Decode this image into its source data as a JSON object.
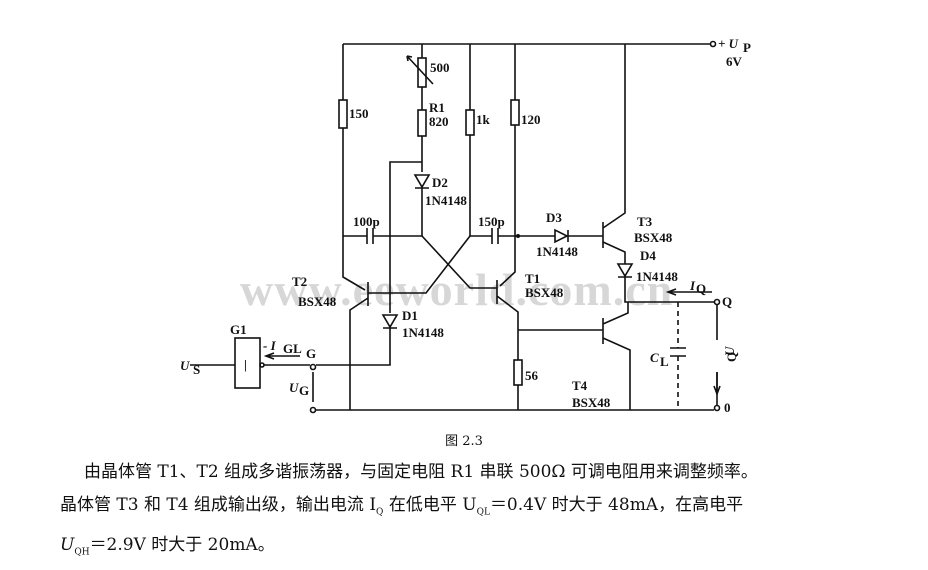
{
  "circuit": {
    "supply_label": "+ U",
    "supply_sub": "P",
    "supply_voltage": "6V",
    "resistors": [
      "150",
      "500",
      "R1",
      "820",
      "1k",
      "120",
      "56"
    ],
    "capacitors": [
      "100p",
      "150p"
    ],
    "load_cap": "C",
    "load_cap_sub": "L",
    "transistors": [
      {
        "name": "T1",
        "type": "BSX48"
      },
      {
        "name": "T2",
        "type": "BSX48"
      },
      {
        "name": "T3",
        "type": "BSX48"
      },
      {
        "name": "T4",
        "type": "BSX48"
      }
    ],
    "diodes": [
      {
        "name": "D1",
        "type": "1N4148"
      },
      {
        "name": "D2",
        "type": "1N4148"
      },
      {
        "name": "D3",
        "type": "1N4148"
      },
      {
        "name": "D4",
        "type": "1N4148"
      }
    ],
    "gate": "G1",
    "gate_symbol": "|",
    "input": "U",
    "input_sub": "S",
    "current_gl": "- I",
    "current_gl_sub": "GL",
    "node_g": "G",
    "ug": "U",
    "ug_sub": "G",
    "iq": "I",
    "iq_sub": "Q",
    "out_q": "Q",
    "out_zero": "0",
    "uq": "U",
    "uq_sub": "Q",
    "watermark": "www.eeworld.com.cn"
  },
  "caption": "图 2.3",
  "paragraph": [
    "由晶体管 T1、T2 组成多谐振荡器，与固定电阻 R1 串联 500Ω 可调电阻用来调整频率。",
    "晶体管 T3 和 T4 组成输出级，输出电流 I",
    "Q",
    " 在低电平 U",
    "QL",
    "＝0.4V 时大于 48mA，在高电平",
    "U",
    "QH",
    "＝2.9V 时大于 20mA。"
  ]
}
